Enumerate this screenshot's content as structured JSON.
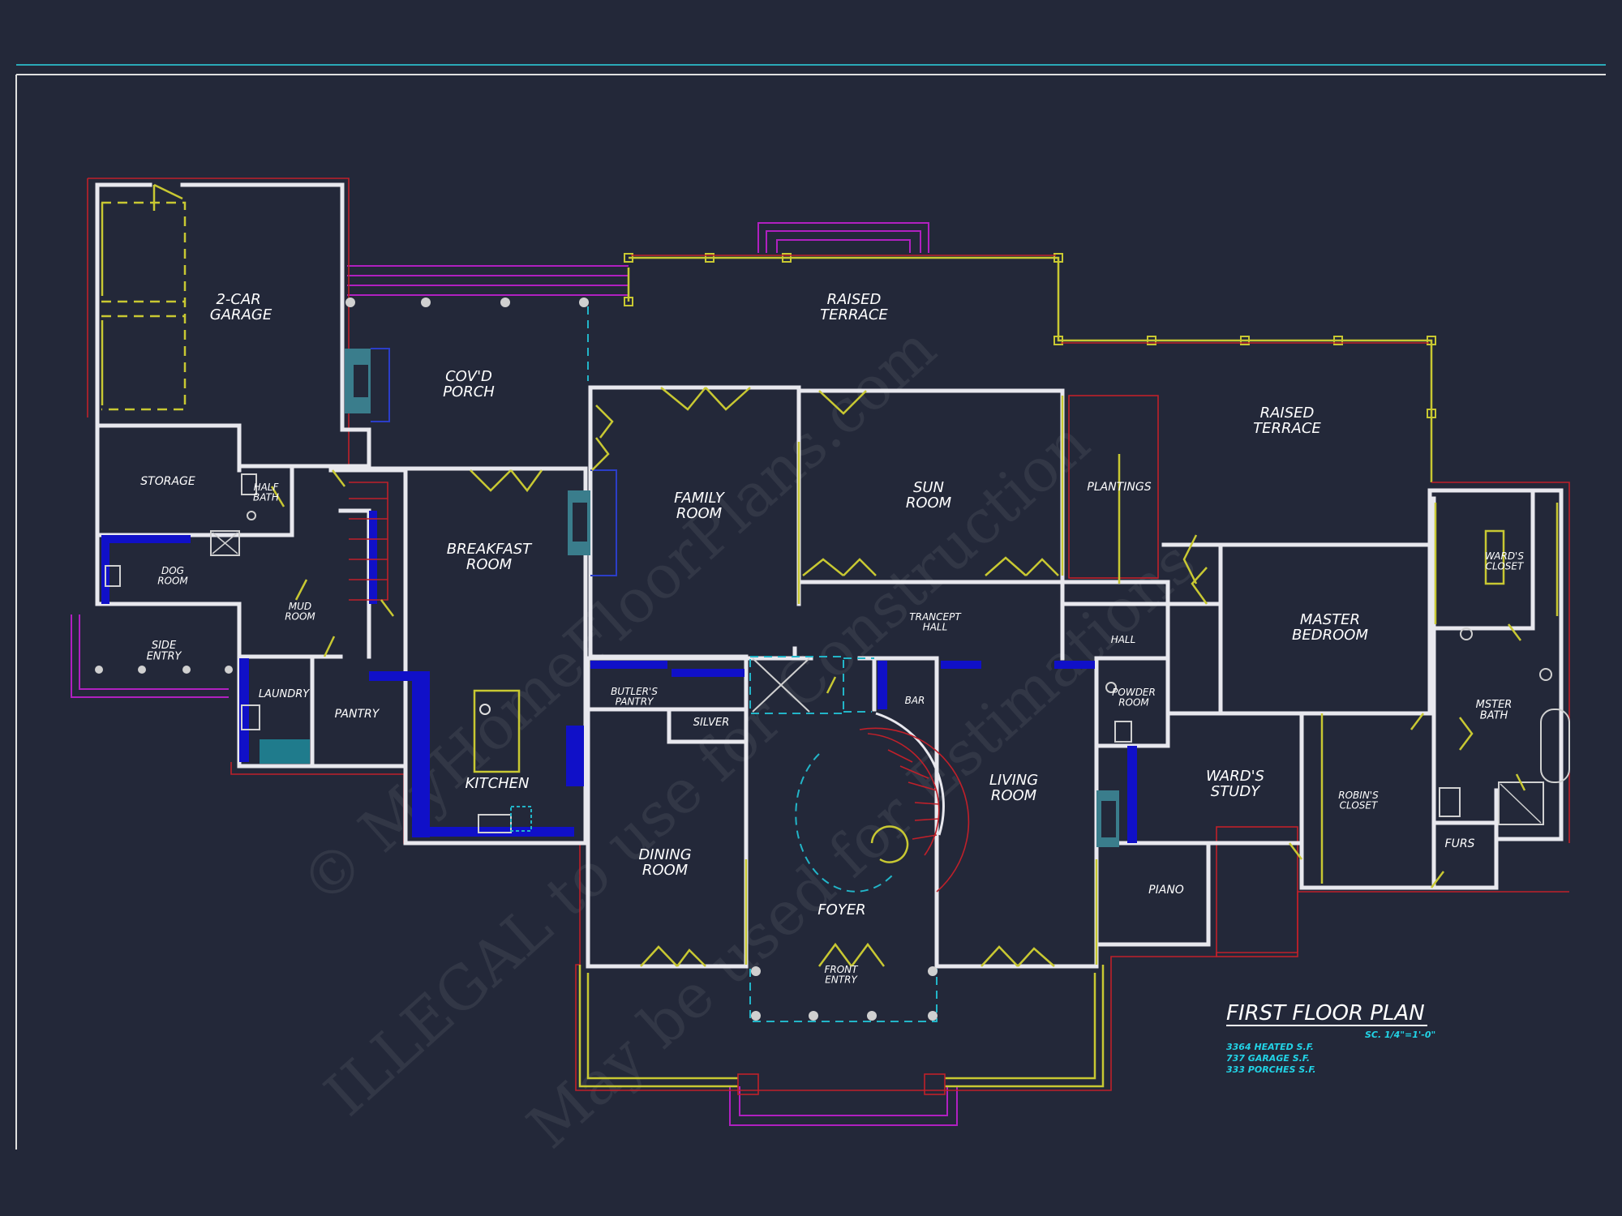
{
  "sheet": {
    "title": "FIRST FLOOR PLAN",
    "scale": "SC. 1/4\"=1'-0\"",
    "areas": [
      "3364 HEATED S.F.",
      "737 GARAGE S.F.",
      "333 PORCHES S.F."
    ]
  },
  "watermark": {
    "line1": "© MyHomeFloorPlans.com",
    "line2": "ILLEGAL to use for Construction",
    "line3": "May be used for Estimations"
  },
  "rooms": {
    "garage": "2-CAR GARAGE",
    "covd_porch": "COV'D PORCH",
    "raised_terrace_top": "RAISED TERRACE",
    "raised_terrace_right": "RAISED TERRACE",
    "storage": "STORAGE",
    "half_bath": "HALF BATH",
    "dog_room": "DOG ROOM",
    "mud_room": "MUD ROOM",
    "side_entry": "SIDE ENTRY",
    "laundry": "LAUNDRY",
    "pantry": "PANTRY",
    "breakfast_room": "BREAKFAST ROOM",
    "kitchen": "KITCHEN",
    "family_room": "FAMILY ROOM",
    "sun_room": "SUN ROOM",
    "plantings": "PLANTINGS",
    "tracept_hall": "TRANCEPT HALL",
    "hall": "HALL",
    "butlers_pantry": "BUTLER'S PANTRY",
    "silver": "SILVER",
    "bar": "BAR",
    "powder_room": "POWDER ROOM",
    "dining_room": "DINING ROOM",
    "foyer": "FOYER",
    "living_room": "LIVING ROOM",
    "front_entry": "FRONT ENTRY",
    "piano": "PIANO",
    "master_bedroom": "MASTER BEDROOM",
    "wards_closet": "WARD'S CLOSET",
    "msster_bath": "MSTER BATH",
    "wards_study": "WARD'S STUDY",
    "robins_closet": "ROBIN'S CLOSET",
    "furs": "FURS"
  },
  "colors": {
    "background": "#232839",
    "walls": "#e8e8ee",
    "doors_windows": "#c8c832",
    "structure_red": "#c0202a",
    "steps_magenta": "#b020c0",
    "overhead_cyan": "#22b5c8",
    "cabinets_blue": "#1010c8"
  }
}
